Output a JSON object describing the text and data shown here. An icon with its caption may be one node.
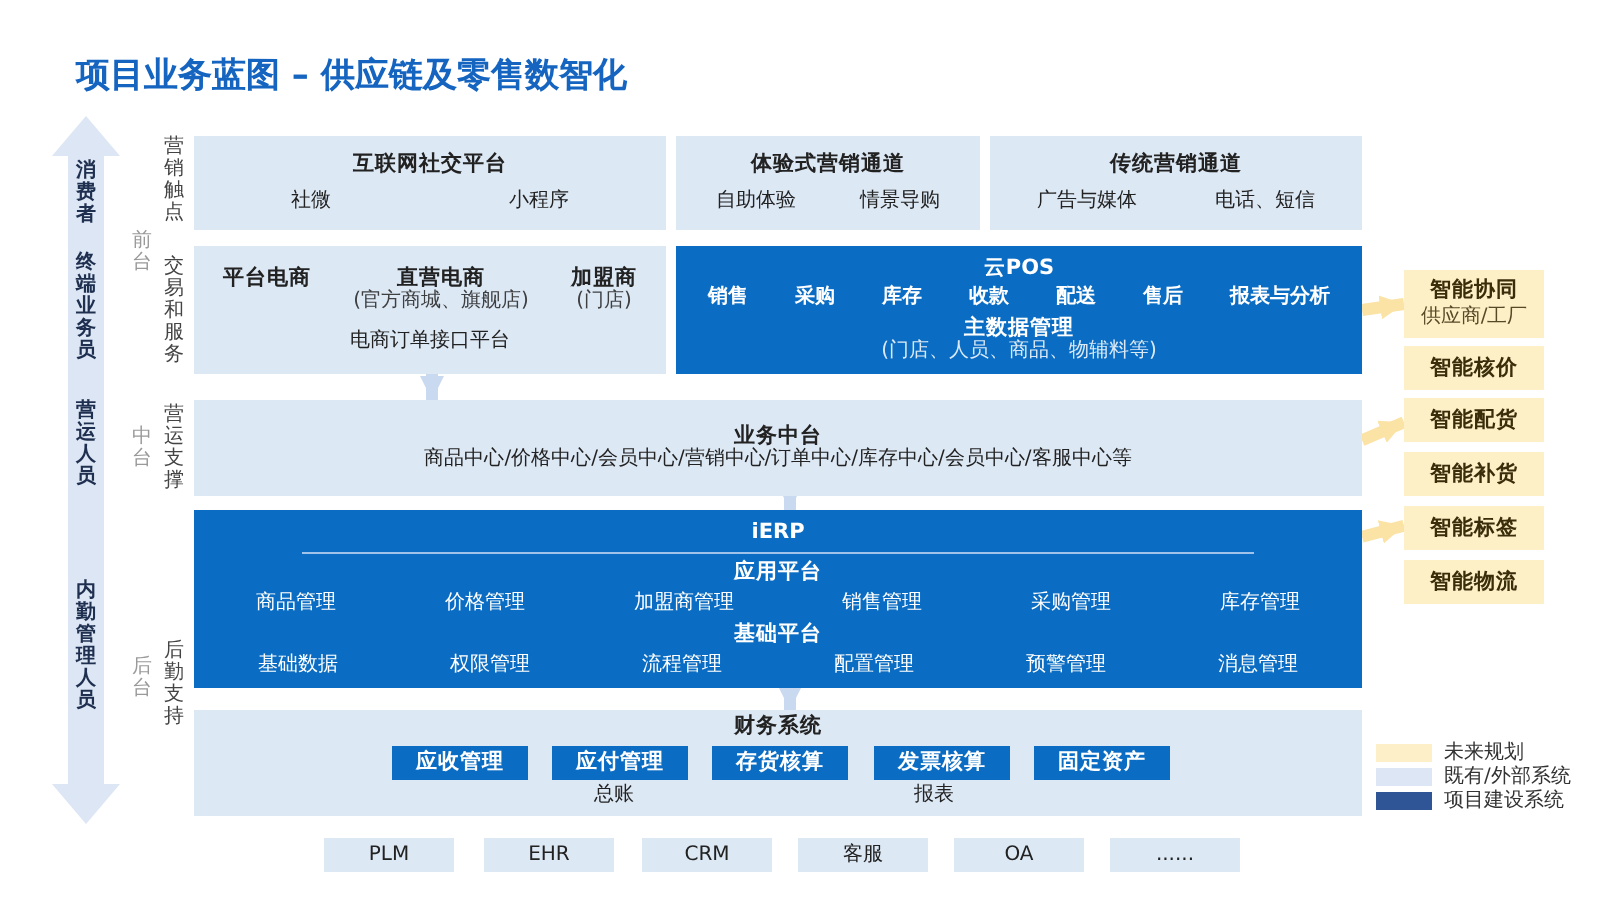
{
  "diagram": {
    "title": "项目业务蓝图 – 供应链及零售数智化",
    "nodes": [
      {
        "text": [
          "互联网社交平台",
          "社微",
          "小程序"
        ]
      },
      {
        "text": [
          "体验式营销通道",
          "自助体验",
          "情景导购"
        ]
      },
      {
        "text": [
          "传统营销通道",
          "广告与媒体",
          "电话、短信"
        ]
      },
      {
        "text": [
          "平台电商",
          "直营电商",
          "(官方商城、旗舰店)",
          "加盟商",
          "(门店)",
          "电商订单接口平台"
        ]
      },
      {
        "text": [
          "云POS",
          "销售",
          "采购",
          "库存",
          "收款",
          "配送",
          "售后",
          "报表与分析",
          "主数据管理",
          "(门店、人员、商品、物辅料等)"
        ]
      },
      {
        "text": [
          "业务中台",
          "商品中心/价格中心/会员中心/营销中心/订单中心/库存中心/会员中心/客服中心等"
        ]
      },
      {
        "text": [
          "iERP",
          "应用平台",
          "商品管理",
          "价格管理",
          "加盟商管理",
          "销售管理",
          "采购管理",
          "库存管理",
          "基础平台",
          "基础数据",
          "权限管理",
          "流程管理",
          "配置管理",
          "预警管理",
          "消息管理"
        ]
      },
      {
        "text": [
          "财务系统",
          "总账",
          "报表"
        ]
      },
      {
        "text": [
          "应收管理"
        ],
        "in": 7
      },
      {
        "text": [
          "应付管理"
        ],
        "in": 7
      },
      {
        "text": [
          "存货核算"
        ],
        "in": 7
      },
      {
        "text": [
          "发票核算"
        ],
        "in": 7
      },
      {
        "text": [
          "固定资产"
        ],
        "in": 7
      },
      {
        "text": [
          "PLM"
        ]
      },
      {
        "text": [
          "EHR"
        ]
      },
      {
        "text": [
          "CRM"
        ]
      },
      {
        "text": [
          "客服"
        ]
      },
      {
        "text": [
          "OA"
        ]
      },
      {
        "text": [
          "......"
        ]
      },
      {
        "text": [
          "智能协同",
          "供应商/工厂"
        ]
      },
      {
        "text": [
          "智能核价"
        ]
      },
      {
        "text": [
          "智能配货"
        ]
      },
      {
        "text": [
          "智能补货"
        ]
      },
      {
        "text": [
          "智能标签"
        ]
      },
      {
        "text": [
          "智能物流"
        ]
      }
    ],
    "edges": [
      {
        "from": 3,
        "to": 5,
        "arrow": "to"
      },
      {
        "from": 5,
        "to": 6,
        "arrow": "to"
      },
      {
        "from": 6,
        "to": 7,
        "arrow": "to"
      },
      {
        "from": 4,
        "to": 19,
        "arrow": "to",
        "color": "#fbe3a6"
      },
      {
        "from": 5,
        "to": 21,
        "arrow": "to",
        "color": "#fbe3a6"
      },
      {
        "from": 6,
        "to": 23,
        "arrow": "to",
        "color": "#fbe3a6"
      }
    ],
    "labels": [
      "消费者",
      "营销触点",
      "前台",
      "交易和服务",
      "终端业务员",
      "营运人员",
      "中台",
      "营运支撑",
      "内勤管理人员",
      "后台",
      "后勤支持"
    ],
    "legend": [
      {
        "text": "未来规划",
        "color": "#fdf0c8"
      },
      {
        "text": "既有/外部系统",
        "color": "#dce6f4"
      },
      {
        "text": "项目建设系统",
        "color": "#2f5597"
      }
    ]
  }
}
